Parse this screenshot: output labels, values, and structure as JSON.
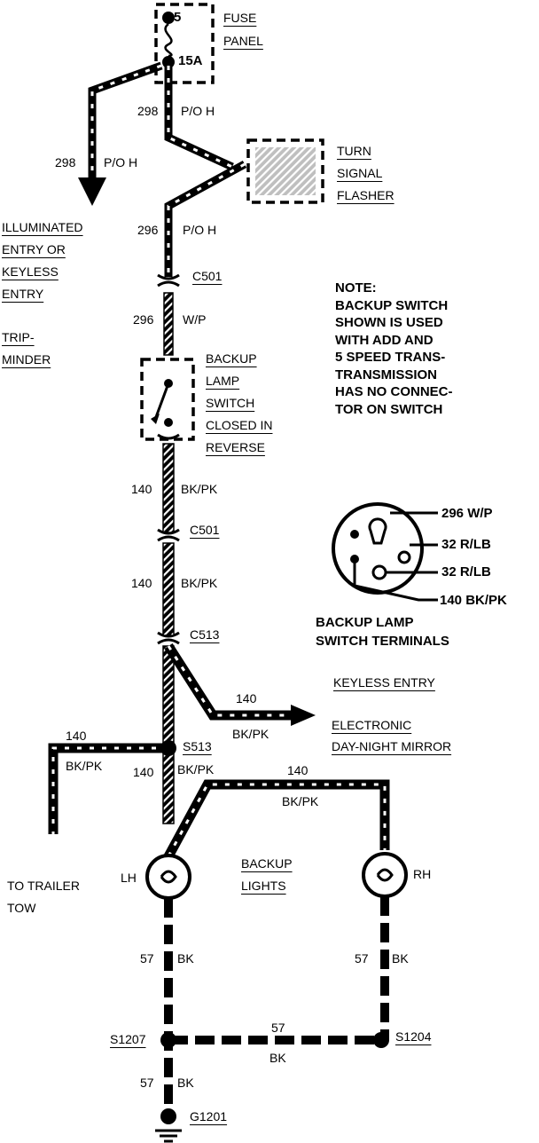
{
  "fuse_panel": {
    "fuse_number": "5",
    "amperage": "15A",
    "label_line1": "FUSE",
    "label_line2": "PANEL"
  },
  "turn_signal_flasher": {
    "line1": "TURN",
    "line2": "SIGNAL",
    "line3": "FLASHER"
  },
  "illuminated_entry": {
    "line1": "ILLUMINATED",
    "line2": "ENTRY OR",
    "line3": "KEYLESS",
    "line4": "ENTRY"
  },
  "trip_minder": {
    "line1": "TRIP-",
    "line2": "MINDER"
  },
  "note": {
    "title": "NOTE:",
    "lines": [
      "BACKUP SWITCH",
      "SHOWN IS USED",
      "WITH ADD AND",
      "5 SPEED TRANS-",
      "TRANSMISSION",
      "HAS NO CONNEC-",
      "TOR ON SWITCH"
    ]
  },
  "backup_switch": {
    "line1": "BACKUP",
    "line2": "LAMP",
    "line3": "SWITCH",
    "line4": "CLOSED IN",
    "line5": "REVERSE"
  },
  "switch_terminals": {
    "title_line1": "BACKUP LAMP",
    "title_line2": "SWITCH TERMINALS",
    "t1": "296 W/P",
    "t2": "32 R/LB",
    "t3": "32 R/LB",
    "t4": "140 BK/PK"
  },
  "connectors": {
    "c501_a": "C501",
    "c501_b": "C501",
    "c513": "C513",
    "s513": "S513",
    "s1207": "S1207",
    "s1204": "S1204",
    "g1201": "G1201"
  },
  "wires": {
    "w298_a": {
      "num": "298",
      "color": "P/O H"
    },
    "w298_b": {
      "num": "298",
      "color": "P/O H"
    },
    "w296_a": {
      "num": "296",
      "color": "P/O H"
    },
    "w296_b": {
      "num": "296",
      "color": "W/P"
    },
    "w140_a": {
      "num": "140",
      "color": "BK/PK"
    },
    "w140_b": {
      "num": "140",
      "color": "BK/PK"
    },
    "w140_c": {
      "num": "140",
      "color": "BK/PK"
    },
    "w140_d": {
      "num": "140",
      "color": "BK/PK"
    },
    "w140_e": {
      "num": "140",
      "color": "BK/PK"
    },
    "w140_f": {
      "num": "140",
      "color": "BK/PK"
    },
    "w57_a": {
      "num": "57",
      "color": "BK"
    },
    "w57_b": {
      "num": "57",
      "color": "BK"
    },
    "w57_c": {
      "num": "57",
      "color": "BK"
    },
    "w57_d": {
      "num": "57",
      "color": "BK"
    }
  },
  "destinations": {
    "keyless_entry": "KEYLESS ENTRY",
    "mirror_line1": "ELECTRONIC",
    "mirror_line2": "DAY-NIGHT MIRROR",
    "trailer_line1": "TO TRAILER",
    "trailer_line2": "TOW"
  },
  "backup_lights": {
    "line1": "BACKUP",
    "line2": "LIGHTS",
    "lh": "LH",
    "rh": "RH"
  }
}
